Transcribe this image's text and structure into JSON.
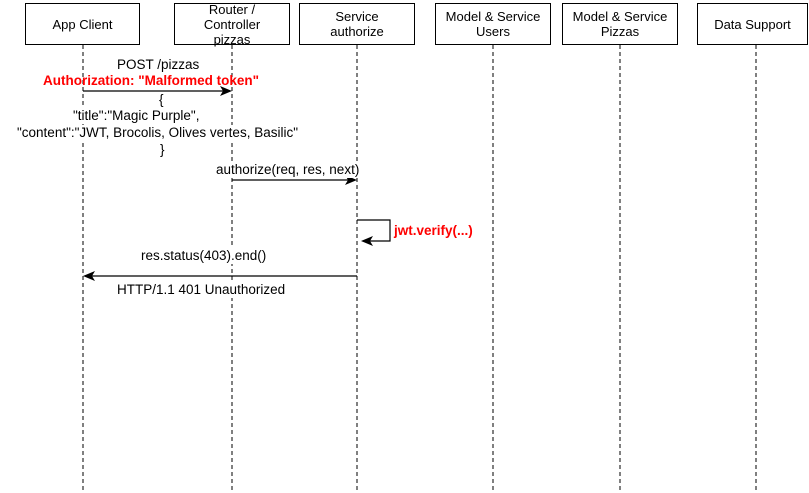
{
  "participants": [
    {
      "id": "app-client",
      "line1": "App Client",
      "line2": "",
      "line3": ""
    },
    {
      "id": "router-controller",
      "line1": "Router /",
      "line2": "Controller",
      "line3": "pizzas"
    },
    {
      "id": "service-authorize",
      "line1": "Service",
      "line2": "authorize",
      "line3": ""
    },
    {
      "id": "model-users",
      "line1": "Model & Service",
      "line2": "Users",
      "line3": ""
    },
    {
      "id": "model-pizzas",
      "line1": "Model & Service",
      "line2": "Pizzas",
      "line3": ""
    },
    {
      "id": "data-support",
      "line1": "Data Support",
      "line2": "",
      "line3": ""
    }
  ],
  "messages": {
    "post": {
      "line1": "POST /pizzas",
      "auth_header": "Authorization: \"Malformed token\"",
      "body_open": "{",
      "body_title": "\"title\":\"Magic Purple\",",
      "body_content": "\"content\":\"JWT, Brocolis, Olives vertes, Basilic\"",
      "body_close": "}"
    },
    "authorize_call": "authorize(req, res, next)",
    "jwt_verify": "jwt.verify(...)",
    "res_status": "res.status(403).end()",
    "http_response": "HTTP/1.1 401 Unauthorized"
  },
  "colors": {
    "highlight": "#ff0000",
    "line": "#000000",
    "lifeline": "#000000"
  }
}
